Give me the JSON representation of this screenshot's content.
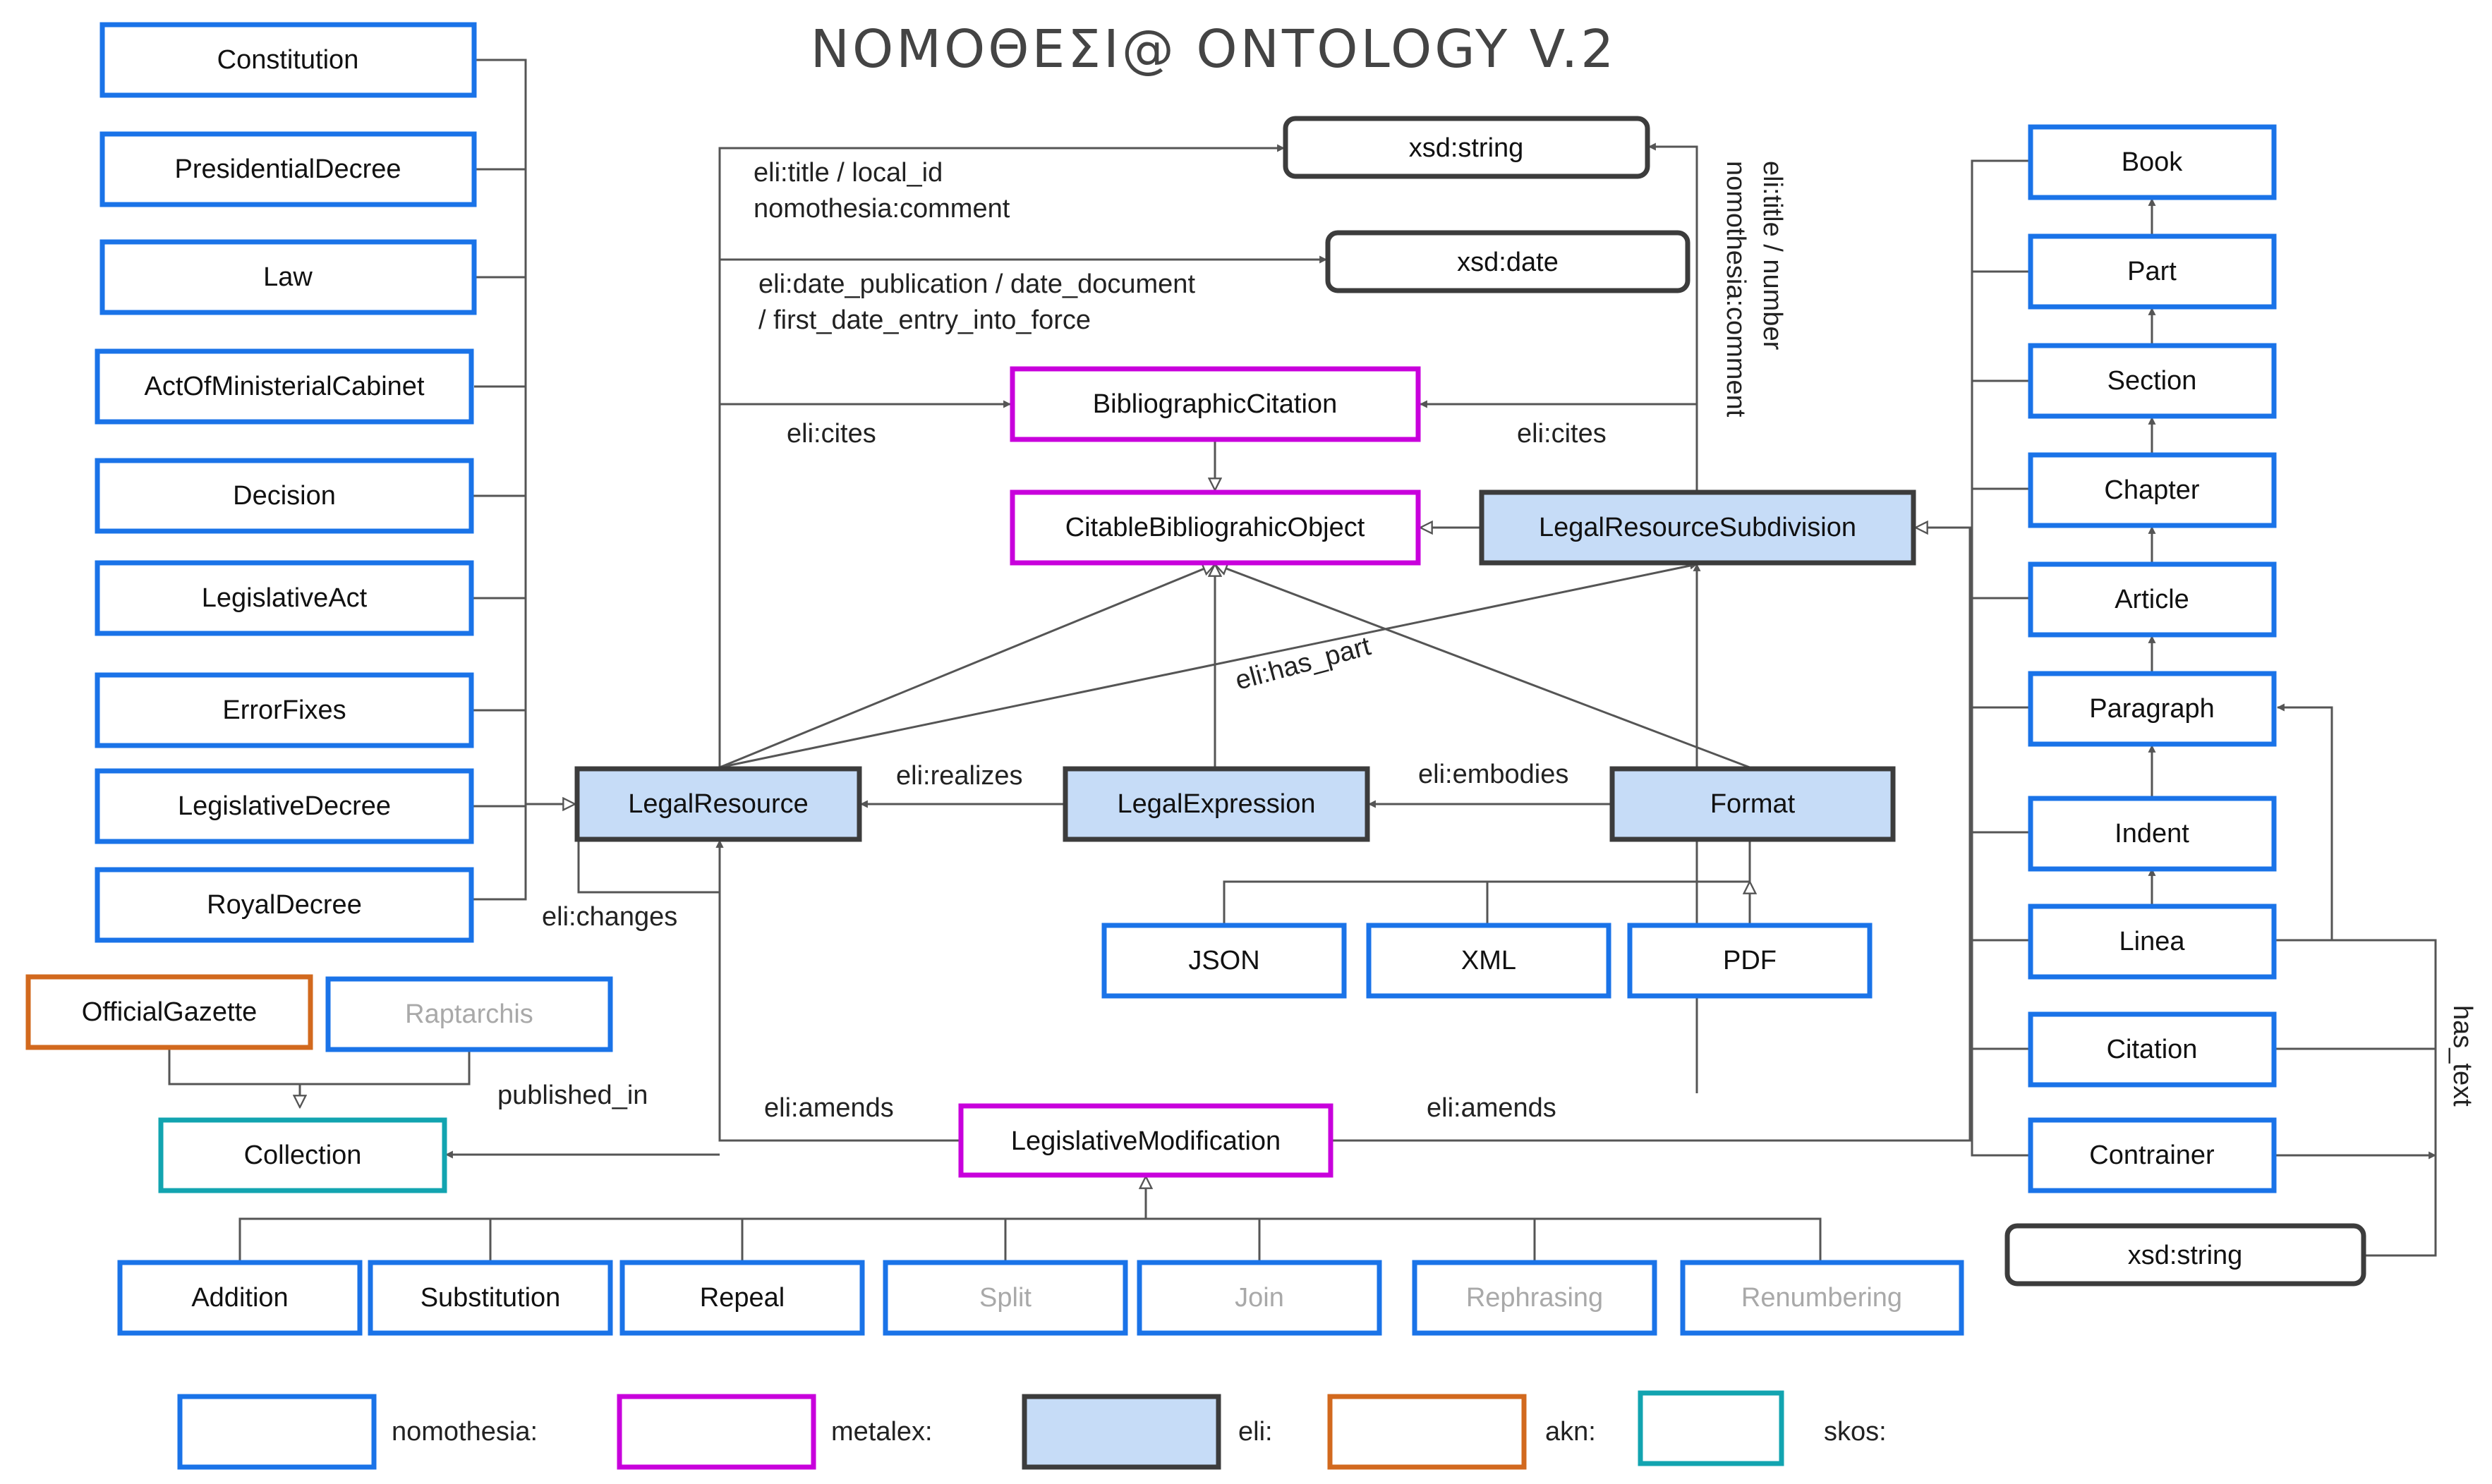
{
  "title": "NOMOΘEΣI@ ONTOLOGY V.2",
  "colors": {
    "nomothesia": "#1a73e8",
    "metalex": "#c800dc",
    "eli_fill": "#c6dcf7",
    "eli_stroke": "#3c3c3c",
    "akn": "#d2691e",
    "skos": "#12a4b0",
    "xsd": "#3c3c3c",
    "line": "#555555"
  },
  "nodes": {
    "constitution": "Constitution",
    "presidential_decree": "PresidentialDecree",
    "law": "Law",
    "act_of_ministerial_cabinet": "ActOfMinisterialCabinet",
    "decision": "Decision",
    "legislative_act": "LegislativeAct",
    "error_fixes": "ErrorFixes",
    "legislative_decree": "LegislativeDecree",
    "royal_decree": "RoyalDecree",
    "official_gazette": "OfficialGazette",
    "raptarchis": "Raptarchis",
    "collection": "Collection",
    "xsd_string_top": "xsd:string",
    "xsd_date": "xsd:date",
    "bibliographic_citation": "BibliographicCitation",
    "citable_bibliographic_object": "CitableBibliograhicObject",
    "legal_resource_subdivision": "LegalResourceSubdivision",
    "legal_resource": "LegalResource",
    "legal_expression": "LegalExpression",
    "format": "Format",
    "json": "JSON",
    "xml": "XML",
    "pdf": "PDF",
    "legislative_modification": "LegislativeModification",
    "addition": "Addition",
    "substitution": "Substitution",
    "repeal": "Repeal",
    "split": "Split",
    "join": "Join",
    "rephrasing": "Rephrasing",
    "renumbering": "Renumbering",
    "book": "Book",
    "part": "Part",
    "section": "Section",
    "chapter": "Chapter",
    "article": "Article",
    "paragraph": "Paragraph",
    "indent": "Indent",
    "linea": "Linea",
    "citation": "Citation",
    "contrainer": "Contrainer",
    "xsd_string_right": "xsd:string"
  },
  "edge_labels": {
    "title_local_id": "eli:title / local_id",
    "nomothesia_comment": "nomothesia:comment",
    "date_line1": "eli:date_publication / date_document",
    "date_line2": "/ first_date_entry_into_force",
    "cites_left": "eli:cites",
    "cites_right": "eli:cites",
    "title_number": "eli:title / number",
    "nomothesia_comment_vertical": "nomothesia:comment",
    "has_part": "eli:has_part",
    "realizes": "eli:realizes",
    "embodies": "eli:embodies",
    "changes": "eli:changes",
    "published_in": "published_in",
    "amends_left": "eli:amends",
    "amends_right": "eli:amends",
    "has_text": "has_text"
  },
  "legend": [
    {
      "label": "nomothesia:",
      "style": "nomothesia"
    },
    {
      "label": "metalex:",
      "style": "metalex"
    },
    {
      "label": "eli:",
      "style": "eli"
    },
    {
      "label": "akn:",
      "style": "akn"
    },
    {
      "label": "skos:",
      "style": "skos"
    }
  ]
}
